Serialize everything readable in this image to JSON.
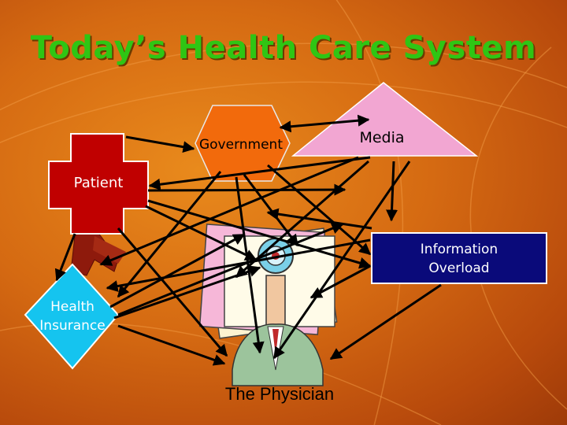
{
  "slide": {
    "title": "Today’s Health Care System"
  },
  "nodes": {
    "government": {
      "label": "Government",
      "shape": "hexagon",
      "color": "#f26a0c"
    },
    "media": {
      "label": "Media",
      "shape": "triangle",
      "color": "#f2a6d2"
    },
    "patient": {
      "label": "Patient",
      "shape": "cross",
      "color": "#c00000"
    },
    "information_overload": {
      "label_line1": "Information",
      "label_line2": "Overload",
      "shape": "rectangle",
      "color": "#0a0a7a"
    },
    "health_insurance": {
      "label_line1": "Health",
      "label_line2": "Insurance",
      "shape": "diamond",
      "color": "#15c4ef"
    },
    "physician": {
      "label": "The Physician",
      "shape": "clipart"
    }
  },
  "colors": {
    "title": "#2fc514",
    "background": "#d56a12",
    "arrows": "#000000"
  }
}
